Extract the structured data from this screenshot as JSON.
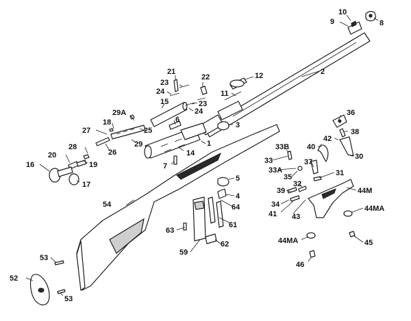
{
  "diagram": {
    "labels": {
      "l10": "10",
      "l9": "9",
      "l8": "8",
      "l2": "2",
      "l21": "21",
      "l22": "22",
      "l23a": "23",
      "l24a": "24",
      "l12": "12",
      "l11": "11",
      "l15": "15",
      "l23b": "23",
      "l24b": "24",
      "l29a": "29A",
      "l18": "18",
      "l25": "25",
      "l27": "27",
      "l6": "6",
      "l3": "3",
      "l36": "36",
      "l38": "38",
      "l28": "28",
      "l26": "26",
      "l29": "29",
      "l14": "14",
      "l1": "1",
      "l20": "20",
      "l19": "19",
      "l16": "16",
      "l17": "17",
      "l7": "7",
      "l33b": "33B",
      "l40": "40",
      "l42": "42",
      "l30": "30",
      "l33": "33",
      "l33a": "33A",
      "l37": "37",
      "l35": "35",
      "l31": "31",
      "l5": "5",
      "l32": "32",
      "l44m": "44M",
      "l39": "39",
      "l4": "4",
      "l54": "54",
      "l64": "64",
      "l34": "34",
      "l44ma1": "44MA",
      "l41": "41",
      "l43": "43",
      "l61": "61",
      "l63": "63",
      "l59": "59",
      "l62": "62",
      "l44ma2": "44MA",
      "l45": "45",
      "l53a": "53",
      "l46": "46",
      "l52": "52",
      "l53b": "53"
    }
  }
}
